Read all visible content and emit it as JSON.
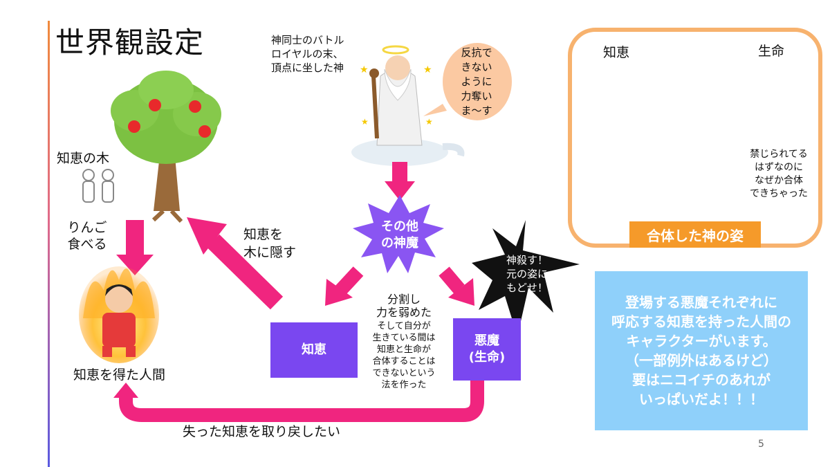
{
  "title": "世界観設定",
  "god_caption": "神同士のバトル\nロイヤルの末、\n頂点に坐した神",
  "god_bubble": "反抗で\nきない\nように\n力奪い\nま～す",
  "tree_label": "知恵の木",
  "apple_text": "りんご\n食べる",
  "hide_text": "知恵を\n木に隠す",
  "human_label": "知恵を得た人間",
  "other_gods": "その他\nの神魔",
  "split_text": "分割し\n力を弱めた",
  "law_text": "そして自分が\n生きている間は\n知恵と生命が\n合体することは\nできないという\n法を作った",
  "wisdom_box": "知恵",
  "demon_box": "悪魔\n(生命)",
  "kill_text": "神殺す！\n元の姿に\nもどせ！",
  "regain_text": "失った知恵を取り戻したい",
  "fusion": {
    "wisdom": "知恵",
    "life": "生命",
    "note": "禁じられてる\nはずなのに\nなぜか合体\nできちゃった",
    "label": "合体した神の姿"
  },
  "info_text": "登場する悪魔それぞれに\n呼応する知恵を持った人間の\nキャラクターがいます。\n（一部例外はあるけど）\n要はニコイチのあれが\nいっぱいだよ！！！",
  "page_number": "5",
  "colors": {
    "arrow_pink": "#f0257f",
    "purple_box": "#7a47f0",
    "star_purple": "#8a55f2",
    "frame_orange": "#f7b26e",
    "label_orange": "#f59a2a",
    "info_blue": "#8fd0fa",
    "bubble_peach": "#fbc9a2"
  },
  "icons": [
    "apple-tree-icon",
    "two-people-icon",
    "god-icon",
    "angry-human-icon",
    "dark-haired-character-icon",
    "blue-demon-icon",
    "fused-character-icon"
  ]
}
